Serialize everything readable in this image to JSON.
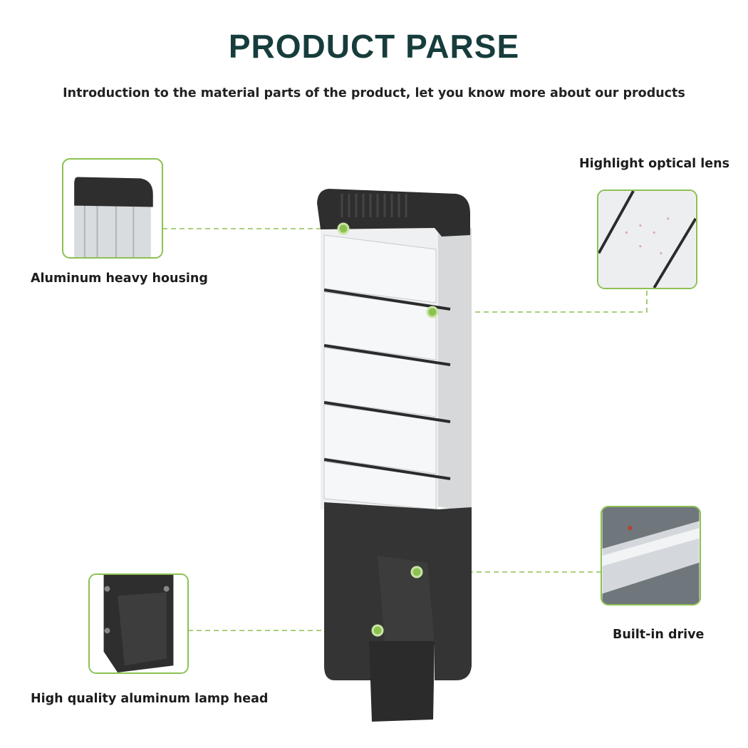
{
  "header": {
    "title": "PRODUCT PARSE",
    "subtitle": "Introduction to the material parts of the product, let you know more about our products"
  },
  "callouts": [
    {
      "label": "Aluminum heavy housing"
    },
    {
      "label": "Highlight optical lens"
    },
    {
      "label": "Built-in drive"
    },
    {
      "label": "High quality aluminum lamp head"
    }
  ],
  "colors": {
    "accent": "#8cc152",
    "title": "#173c3c",
    "housing": "#2e2e2e"
  }
}
